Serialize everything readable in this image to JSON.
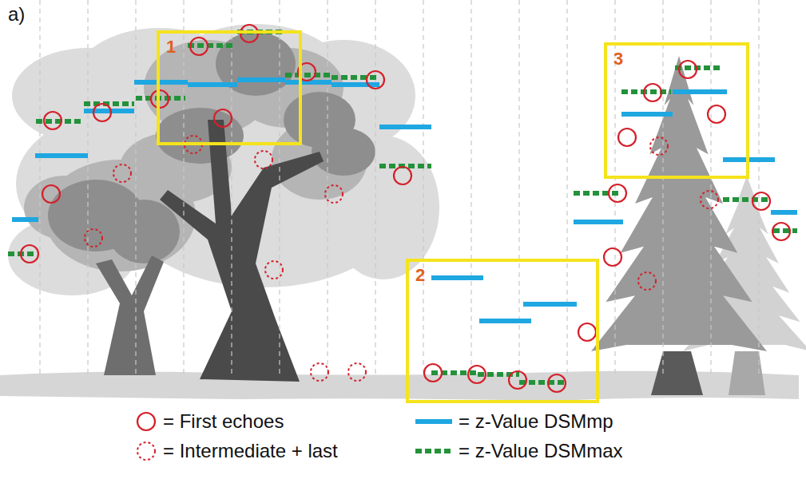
{
  "diagram": {
    "nodes": [
      {
        "text": [
          "1"
        ]
      },
      {
        "text": [
          "2"
        ]
      },
      {
        "text": [
          "3"
        ]
      }
    ],
    "labels": [
      "a)"
    ],
    "legend": [
      {
        "text": "= First echoes"
      },
      {
        "text": "= Intermediate + last"
      },
      {
        "text": "= z-Value DSMmp"
      },
      {
        "text": "= z-Value DSMmax"
      }
    ]
  }
}
